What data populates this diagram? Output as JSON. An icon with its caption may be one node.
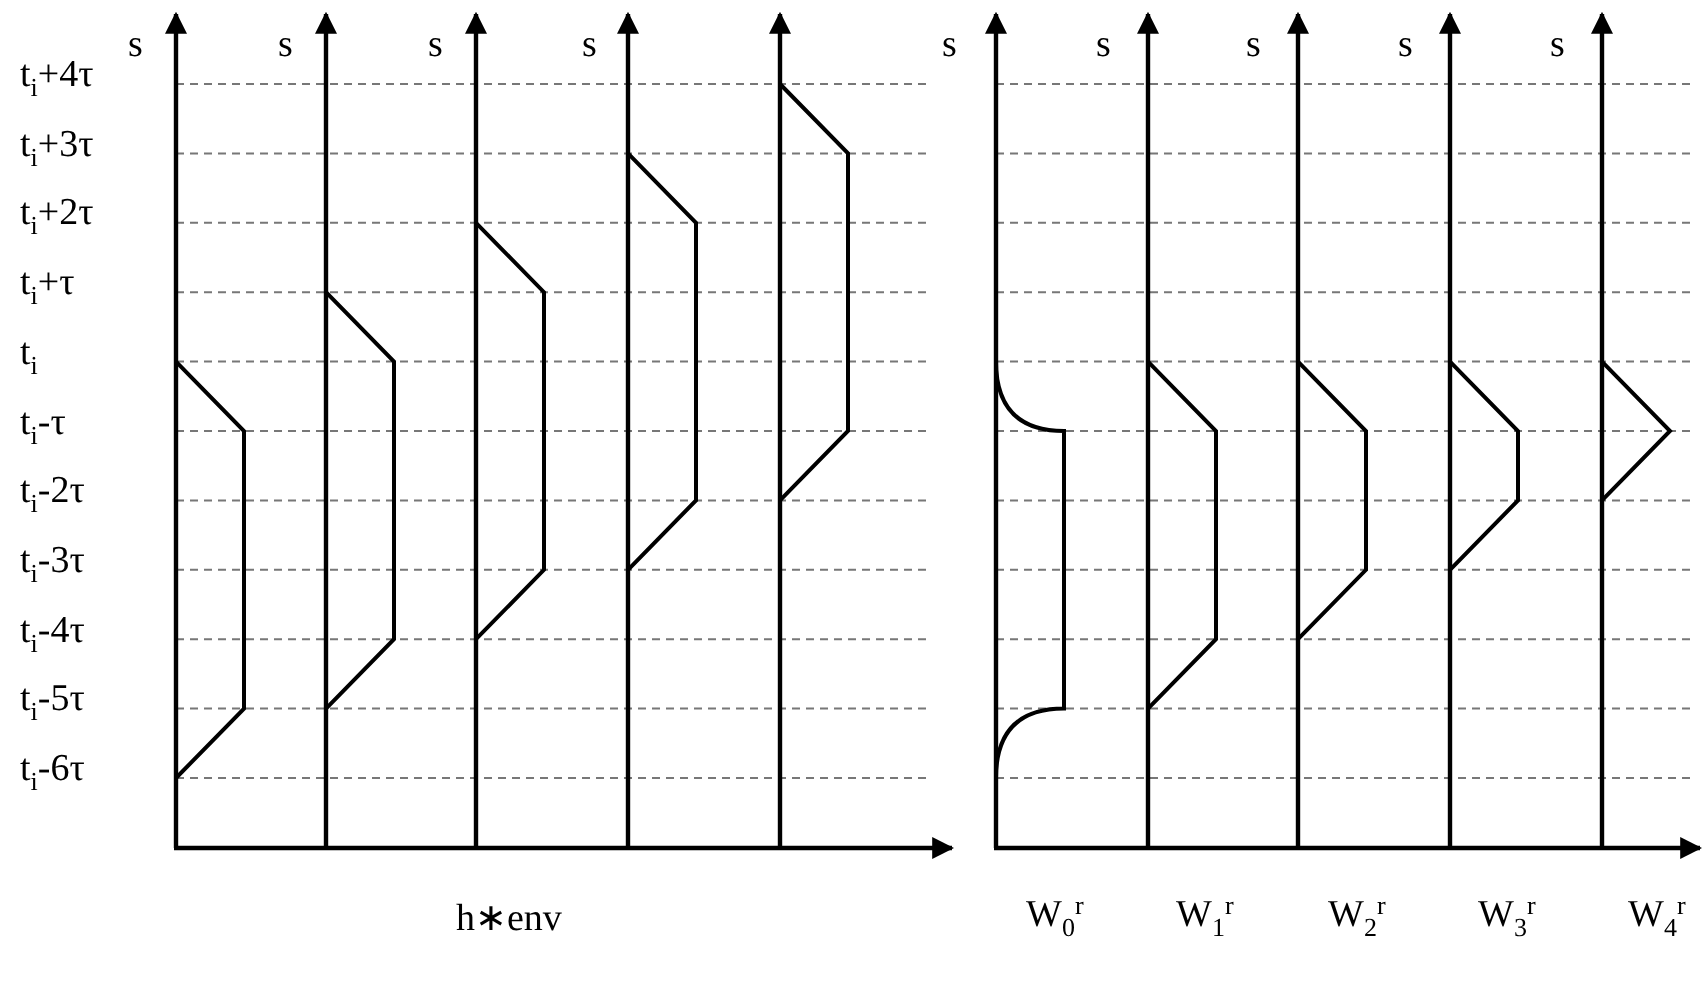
{
  "diagram": {
    "labels": [
      "s",
      "s",
      "s",
      "s",
      "s",
      "s",
      "s",
      "s",
      "s",
      "t$_{i}$+4τ",
      "t$_{i}$+3τ",
      "t$_{i}$+2τ",
      "t$_{i}$+τ",
      "t$_{i}$",
      "t$_{i}$-τ",
      "t$_{i}$-2τ",
      "t$_{i}$-3τ",
      "t$_{i}$-4τ",
      "t$_{i}$-5τ",
      "t$_{i}$-6τ",
      "h∗env",
      "W$_{0}$$^{r}$",
      "W$_{1}$$^{r}$",
      "W$_{2}$$^{r}$",
      "W$_{3}$$^{r}$",
      "W$_{4}$$^{r}$"
    ]
  }
}
